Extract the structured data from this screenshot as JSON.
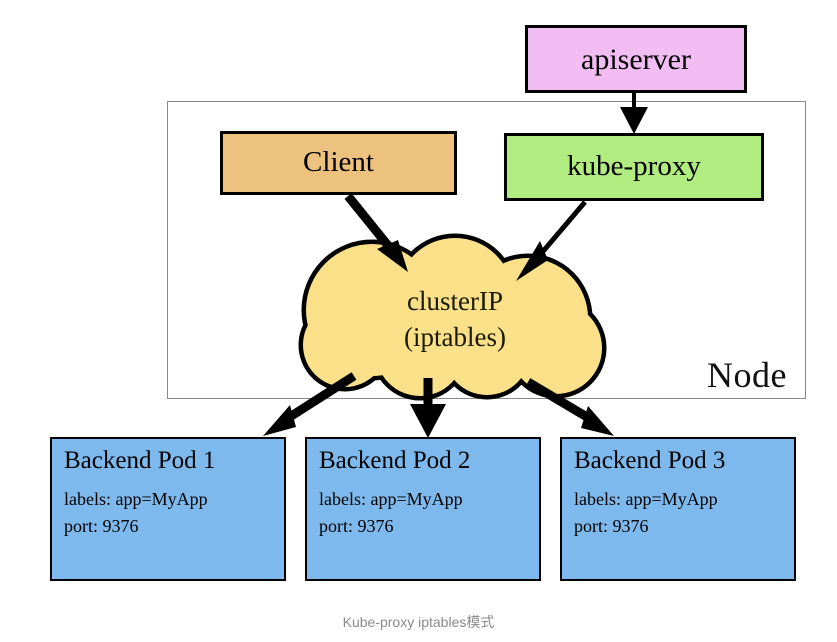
{
  "diagram": {
    "caption": "Kube-proxy iptables模式",
    "node": {
      "label": "Node"
    },
    "nodes": {
      "apiserver": {
        "label": "apiserver",
        "color": "#f2bdf2"
      },
      "client": {
        "label": "Client",
        "color": "#edc27e"
      },
      "kube_proxy": {
        "label": "kube-proxy",
        "color": "#b0ec7f"
      },
      "cluster_ip": {
        "line1": "clusterIP",
        "line2": "(iptables)",
        "color": "#fbe08a"
      }
    },
    "pods": [
      {
        "title": "Backend Pod 1",
        "labels": "labels: app=MyApp",
        "port": "port: 9376",
        "color": "#7db9ec"
      },
      {
        "title": "Backend Pod 2",
        "labels": "labels: app=MyApp",
        "port": "port: 9376",
        "color": "#7db9ec"
      },
      {
        "title": "Backend Pod 3",
        "labels": "labels: app=MyApp",
        "port": "port: 9376",
        "color": "#7db9ec"
      }
    ],
    "edges": [
      {
        "from": "apiserver",
        "to": "kube-proxy",
        "style": "thin-arrow"
      },
      {
        "from": "client",
        "to": "clusterIP",
        "style": "thick-arrow"
      },
      {
        "from": "kube-proxy",
        "to": "clusterIP",
        "style": "thin-arrow"
      },
      {
        "from": "clusterIP",
        "to": "Backend Pod 1",
        "style": "thick-arrow"
      },
      {
        "from": "clusterIP",
        "to": "Backend Pod 2",
        "style": "thick-arrow"
      },
      {
        "from": "clusterIP",
        "to": "Backend Pod 3",
        "style": "thick-arrow"
      }
    ]
  }
}
